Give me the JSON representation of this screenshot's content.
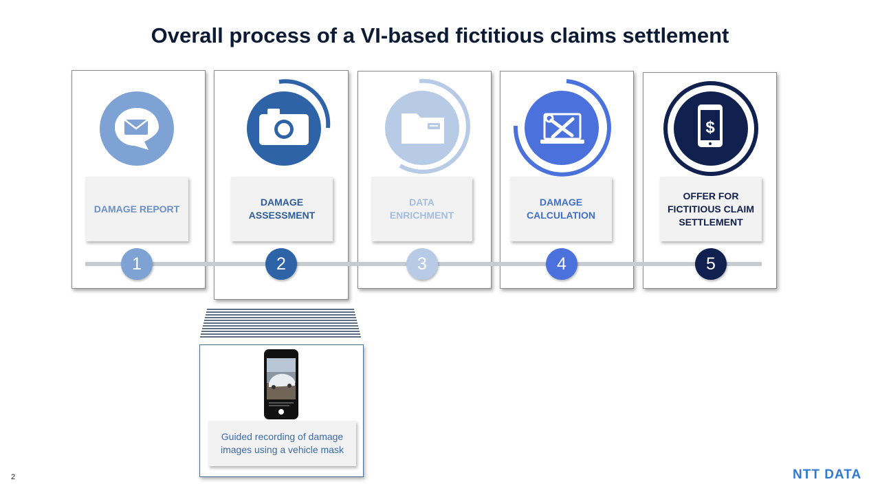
{
  "title": "Overall process of a VI-based fictitious claims settlement",
  "steps": [
    {
      "number": "1",
      "label": "DAMAGE REPORT",
      "icon": "envelope-chat-icon",
      "label_color": "#6c8fc4",
      "circle_color": "#7ea2d3"
    },
    {
      "number": "2",
      "label": "DAMAGE\nASSESSMENT",
      "icon": "camera-icon",
      "label_color": "#2f5d9b",
      "circle_color": "#2e63a8"
    },
    {
      "number": "3",
      "label": "DATA\nENRICHMENT",
      "icon": "folder-icon",
      "label_color": "#a3bde0",
      "circle_color": "#b7cbe7"
    },
    {
      "number": "4",
      "label": "DAMAGE\nCALCULATION",
      "icon": "laptop-tools-icon",
      "label_color": "#3f6fc9",
      "circle_color": "#4b72dc"
    },
    {
      "number": "5",
      "label": "OFFER FOR\nFICTITIOUS CLAIM\nSETTLEMENT",
      "icon": "phone-dollar-icon",
      "label_color": "#0f1f4a",
      "circle_color": "#10204f"
    }
  ],
  "detail": {
    "text": "Guided recording of damage images using a vehicle mask",
    "icon": "smartphone-car-photo-icon"
  },
  "page_number": "2",
  "logo": "NTT DATA"
}
